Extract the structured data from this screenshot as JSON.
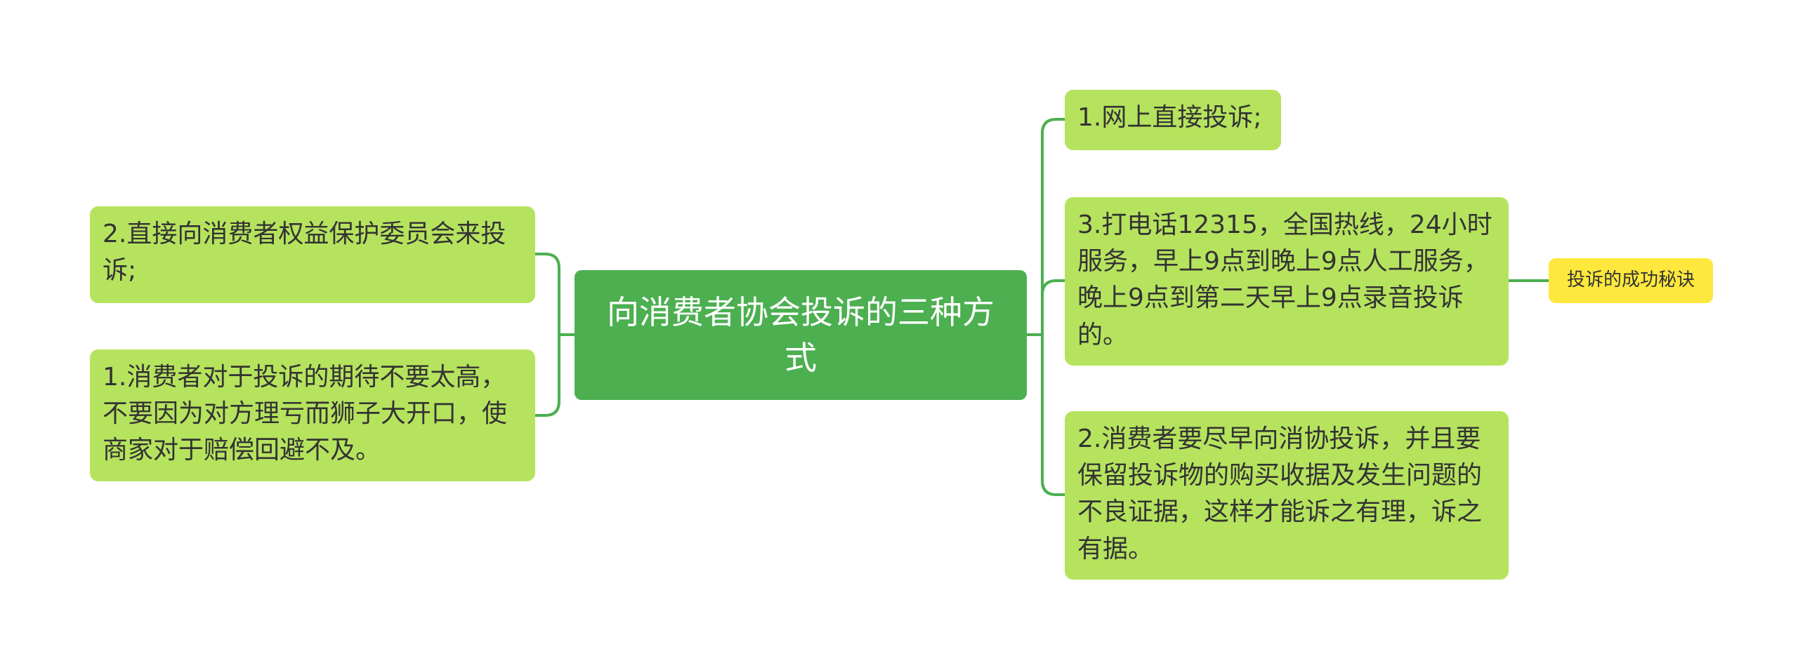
{
  "mindmap": {
    "root": "向消费者协会投诉的三种方式",
    "left": [
      "2.直接向消费者权益保护委员会来投诉;",
      "1.消费者对于投诉的期待不要太高，不要因为对方理亏而狮子大开口，使商家对于赔偿回避不及。"
    ],
    "right": [
      "1.网上直接投诉;",
      "3.打电话12315，全国热线，24小时服务，早上9点到晚上9点人工服务，晚上9点到第二天早上9点录音投诉的。",
      "2.消费者要尽早向消协投诉，并且要保留投诉物的购买收据及发生问题的不良证据，这样才能诉之有理，诉之有据。"
    ],
    "leaf": "投诉的成功秘诀"
  },
  "colors": {
    "root_bg": "#4caf50",
    "branch_bg": "#b6e35e",
    "leaf_bg": "#ffe83d",
    "connector": "#4caf50"
  }
}
